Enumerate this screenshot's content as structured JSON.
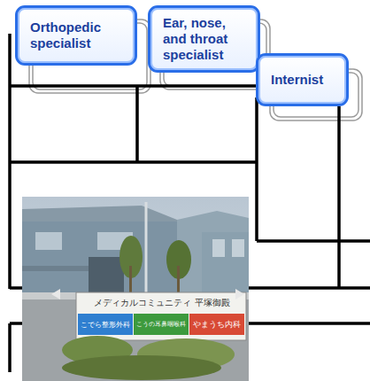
{
  "diagram": {
    "nodes": [
      {
        "text": [
          "Orthopedic specialist"
        ]
      },
      {
        "text": [
          "Ear, nose, and throat specialist"
        ]
      },
      {
        "text": [
          "Internist"
        ]
      }
    ],
    "labels": [
      "メディカルコミュニティ 平塚御殿",
      "こでら整形外科",
      "こうの耳鼻咽喉科",
      "やまうち内科"
    ]
  }
}
